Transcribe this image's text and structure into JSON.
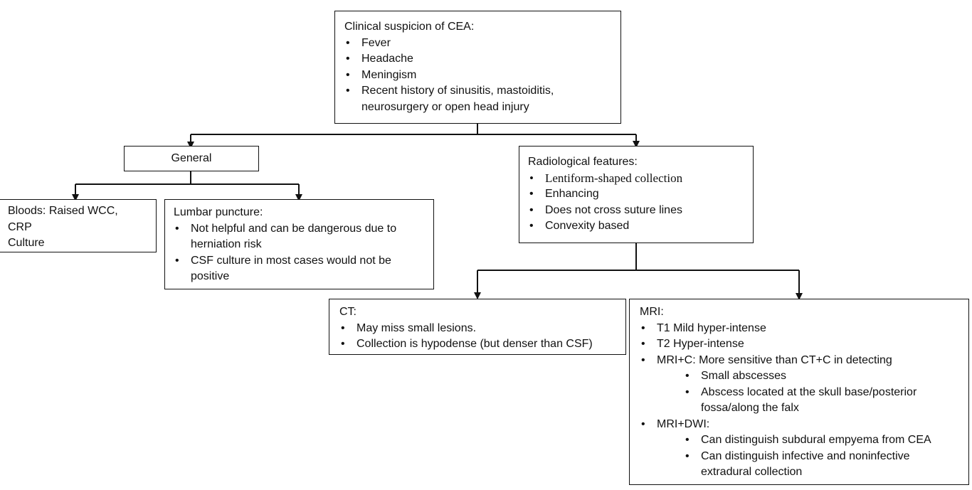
{
  "root": {
    "title": "Clinical suspicion of CEA:",
    "items": [
      "Fever",
      "Headache",
      "Meningism",
      "Recent history of sinusitis, mastoiditis, neurosurgery or open head injury"
    ]
  },
  "general": {
    "title": "General"
  },
  "bloods": {
    "lines": [
      "Bloods: Raised WCC,",
      "CRP",
      "Culture"
    ]
  },
  "lumbar": {
    "title": "Lumbar puncture:",
    "items": [
      "Not helpful and can be dangerous due to herniation risk",
      "CSF culture in most cases would not be positive"
    ]
  },
  "radiological": {
    "title": "Radiological features:",
    "items": [
      "Lentiform-shaped collection",
      "Enhancing",
      "Does not cross suture lines",
      "Convexity based"
    ]
  },
  "ct": {
    "title": "CT:",
    "items": [
      "May miss small lesions.",
      "Collection is hypodense (but denser than CSF)"
    ]
  },
  "mri": {
    "title": "MRI:",
    "items": [
      {
        "text": "T1 Mild hyper-intense",
        "sub": []
      },
      {
        "text": "T2 Hyper-intense",
        "sub": []
      },
      {
        "text": "MRI+C: More sensitive than CT+C in detecting",
        "sub": [
          "Small abscesses",
          "Abscess located at the skull base/posterior fossa/along the falx"
        ]
      },
      {
        "text": "MRI+DWI:",
        "sub": [
          "Can distinguish subdural empyema from CEA",
          "Can distinguish infective and noninfective extradural collection"
        ]
      }
    ]
  },
  "style": {
    "line_color": "#111111",
    "box_border_color": "#111111",
    "background": "#ffffff"
  }
}
